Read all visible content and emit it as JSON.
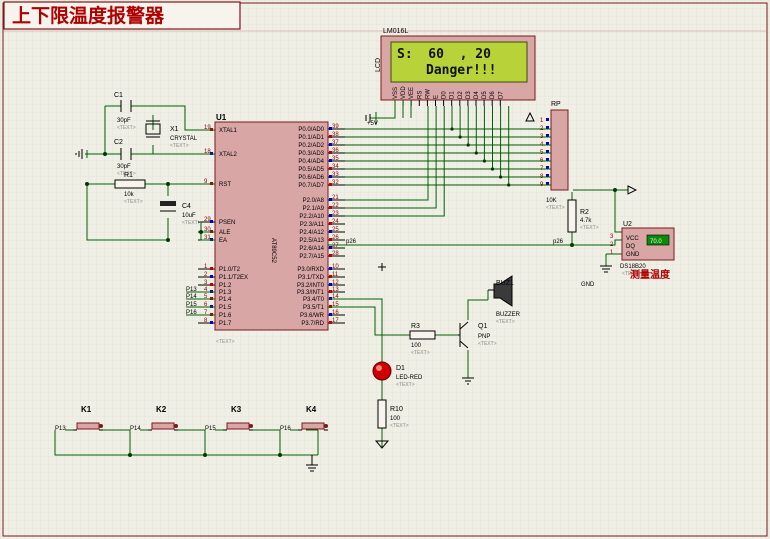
{
  "title": "上下限温度报警器",
  "lcd": {
    "ref": "LCD",
    "model": "LM016L",
    "line1": "S:  60  , 20",
    "line2": "Danger!!!",
    "pins": [
      "VSS",
      "VDD",
      "VEE",
      "RS",
      "RW",
      "E",
      "D0",
      "D1",
      "D2",
      "D3",
      "D4",
      "D5",
      "D6",
      "D7"
    ],
    "supply": "+5V"
  },
  "mcu": {
    "ref": "U1",
    "model": "AT89C52",
    "text": "<TEXT>",
    "left_pins": [
      {
        "num": "19",
        "name": "XTAL1"
      },
      {
        "num": "18",
        "name": "XTAL2"
      },
      {
        "num": "9",
        "name": "RST"
      },
      {
        "num": "29",
        "name": "PSEN"
      },
      {
        "num": "30",
        "name": "ALE"
      },
      {
        "num": "31",
        "name": "EA"
      },
      {
        "num": "1",
        "name": "P1.0/T2"
      },
      {
        "num": "2",
        "name": "P1.1/T2EX"
      },
      {
        "num": "3",
        "name": "P1.2"
      },
      {
        "num": "4",
        "name": "P1.3"
      },
      {
        "num": "5",
        "name": "P1.4"
      },
      {
        "num": "6",
        "name": "P1.5"
      },
      {
        "num": "7",
        "name": "P1.6"
      },
      {
        "num": "8",
        "name": "P1.7"
      }
    ],
    "right_pins": [
      {
        "num": "39",
        "name": "P0.0/AD0"
      },
      {
        "num": "38",
        "name": "P0.1/AD1"
      },
      {
        "num": "37",
        "name": "P0.2/AD2"
      },
      {
        "num": "36",
        "name": "P0.3/AD3"
      },
      {
        "num": "35",
        "name": "P0.4/AD4"
      },
      {
        "num": "34",
        "name": "P0.5/AD5"
      },
      {
        "num": "33",
        "name": "P0.6/AD6"
      },
      {
        "num": "32",
        "name": "P0.7/AD7"
      },
      {
        "num": "21",
        "name": "P2.0/A8"
      },
      {
        "num": "22",
        "name": "P2.1/A9"
      },
      {
        "num": "23",
        "name": "P2.2/A10"
      },
      {
        "num": "24",
        "name": "P2.3/A11"
      },
      {
        "num": "25",
        "name": "P2.4/A12"
      },
      {
        "num": "26",
        "name": "P2.5/A13"
      },
      {
        "num": "27",
        "name": "P2.6/A14"
      },
      {
        "num": "28",
        "name": "P2.7/A15"
      },
      {
        "num": "10",
        "name": "P3.0/RXD"
      },
      {
        "num": "11",
        "name": "P3.1/TXD"
      },
      {
        "num": "12",
        "name": "P3.2/INT0"
      },
      {
        "num": "13",
        "name": "P3.3/INT1"
      },
      {
        "num": "14",
        "name": "P3.4/T0"
      },
      {
        "num": "15",
        "name": "P3.5/T1"
      },
      {
        "num": "16",
        "name": "P3.6/WR"
      },
      {
        "num": "17",
        "name": "P3.7/RD"
      }
    ],
    "p1_nets": [
      "P13",
      "P14",
      "P15",
      "P16"
    ],
    "net_p26": "p26"
  },
  "parts": {
    "c1": {
      "ref": "C1",
      "value": "30pF",
      "text": "<TEXT>"
    },
    "c2": {
      "ref": "C2",
      "value": "30pF",
      "text": "<TEXT>"
    },
    "x1": {
      "ref": "X1",
      "value": "CRYSTAL",
      "text": "<TEXT>"
    },
    "r1": {
      "ref": "R1",
      "value": "10k",
      "text": "<TEXT>"
    },
    "c4": {
      "ref": "C4",
      "value": "10uF",
      "text": "<TEXT>"
    },
    "rp": {
      "ref": "RP",
      "value": "10K",
      "text": "<TEXT>"
    },
    "r2": {
      "ref": "R2",
      "value": "4.7k",
      "text": "<TEXT>"
    },
    "u2": {
      "ref": "U2",
      "model": "DS18B20",
      "text": "<TEXT>",
      "display": "70.0",
      "pins": [
        "VCC",
        "DQ",
        "GND"
      ],
      "gnd": "GND",
      "label": "测量温度"
    },
    "buz1": {
      "ref": "BUZ1",
      "model": "BUZZER",
      "text": "<TEXT>"
    },
    "q1": {
      "ref": "Q1",
      "model": "PNP",
      "text": "<TEXT>"
    },
    "r3": {
      "ref": "R3",
      "value": "100",
      "text": "<TEXT>"
    },
    "d1": {
      "ref": "D1",
      "model": "LED-RED",
      "text": "<TEXT>"
    },
    "r10": {
      "ref": "R10",
      "value": "100",
      "text": "<TEXT>"
    }
  },
  "keys": [
    {
      "ref": "K1",
      "net": "P13"
    },
    {
      "ref": "K2",
      "net": "P14"
    },
    {
      "ref": "K3",
      "net": "P15"
    },
    {
      "ref": "K4",
      "net": "P16"
    }
  ],
  "colors": {
    "wire": "#006000",
    "part": "#7a1a1a",
    "lcd": "#b8d23a",
    "title": "#b00000",
    "background": "#f0efe6"
  }
}
